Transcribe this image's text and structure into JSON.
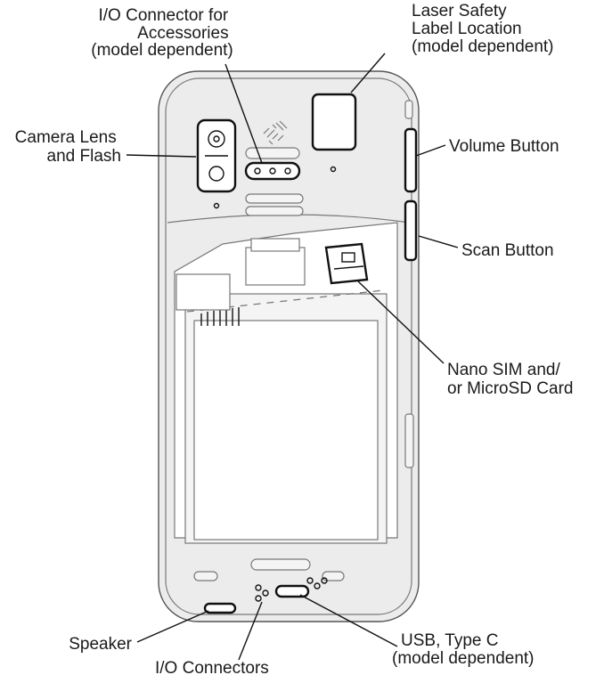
{
  "labels": {
    "io_connector_accessories": [
      "I/O Connector for",
      "Accessories",
      "(model dependent)"
    ],
    "laser_safety": [
      "Laser Safety",
      "Label Location",
      "(model dependent)"
    ],
    "camera": [
      "Camera Lens",
      "and Flash"
    ],
    "volume": [
      "Volume Button"
    ],
    "scan": [
      "Scan Button"
    ],
    "sim": [
      "Nano SIM and/",
      "or MicroSD Card"
    ],
    "speaker": [
      "Speaker"
    ],
    "io_connectors": [
      "I/O Connectors"
    ],
    "usb": [
      "USB, Type C",
      "(model dependent)"
    ]
  }
}
